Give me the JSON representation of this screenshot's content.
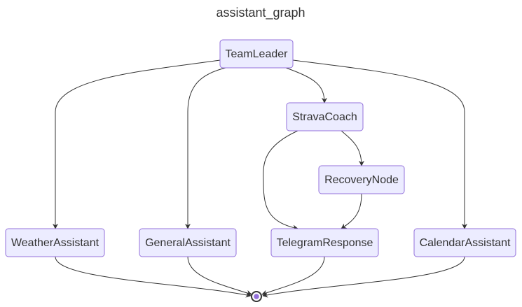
{
  "title": "assistant_graph",
  "colors": {
    "node_fill": "#ececff",
    "node_stroke": "#9370db",
    "edge": "#333333",
    "text": "#333333",
    "end_marker": "#9370db"
  },
  "nodes": {
    "team_leader": "TeamLeader",
    "strava_coach": "StravaCoach",
    "recovery_node": "RecoveryNode",
    "weather_assistant": "WeatherAssistant",
    "general_assistant": "GeneralAssistant",
    "telegram_response": "TelegramResponse",
    "calendar_assistant": "CalendarAssistant"
  },
  "edges": [
    {
      "from": "TeamLeader",
      "to": "WeatherAssistant"
    },
    {
      "from": "TeamLeader",
      "to": "GeneralAssistant"
    },
    {
      "from": "TeamLeader",
      "to": "StravaCoach"
    },
    {
      "from": "TeamLeader",
      "to": "CalendarAssistant"
    },
    {
      "from": "StravaCoach",
      "to": "RecoveryNode"
    },
    {
      "from": "StravaCoach",
      "to": "TelegramResponse"
    },
    {
      "from": "RecoveryNode",
      "to": "TelegramResponse"
    },
    {
      "from": "WeatherAssistant",
      "to": "end"
    },
    {
      "from": "GeneralAssistant",
      "to": "end"
    },
    {
      "from": "TelegramResponse",
      "to": "end"
    },
    {
      "from": "CalendarAssistant",
      "to": "end"
    }
  ],
  "end_marker_icon": "end-state-icon"
}
